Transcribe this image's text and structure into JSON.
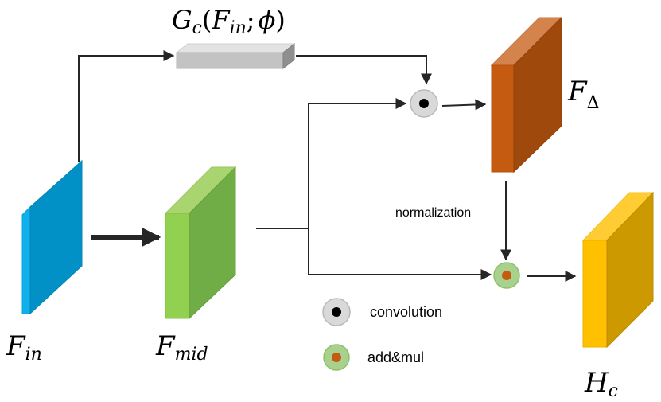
{
  "labels": {
    "f_in": {
      "main": "F",
      "sub": "in"
    },
    "f_mid": {
      "main": "F",
      "sub": "mid"
    },
    "f_delta": {
      "main": "F",
      "sub": "Δ"
    },
    "h_c": {
      "main": "H",
      "sub": "c"
    },
    "g_c": {
      "g": "G",
      "g_sub": "c",
      "open": "(",
      "f": "F",
      "f_sub": "in",
      "sep": ";",
      "phi": "ϕ",
      "close": ")"
    },
    "normalization": "normalization"
  },
  "legend": {
    "convolution": "convolution",
    "addmul": "add&mul"
  },
  "colors": {
    "f_in": "#0291c7",
    "f_mid": "#70ad47",
    "f_delta": "#c55a11",
    "h_c": "#ffc000",
    "g_c": "#bfbfbf",
    "conv_node": "#d9d9d9",
    "addmul_node": "#a9d18e",
    "addmul_dot": "#c55a11",
    "arrow": "#262626"
  }
}
